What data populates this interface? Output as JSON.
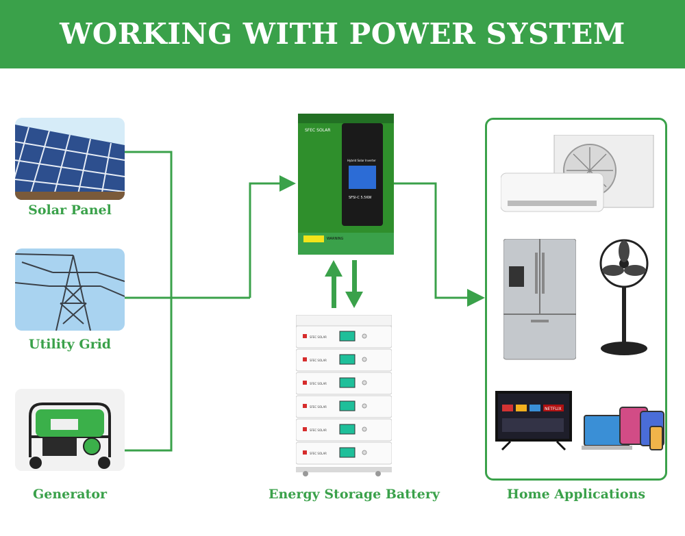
{
  "header": {
    "title": "WORKING WITH POWER SYSTEM"
  },
  "sources": [
    {
      "label": "Solar Panel"
    },
    {
      "label": "Utility Grid"
    },
    {
      "label": "Generator"
    }
  ],
  "inverter": {
    "brand": "SFEC SOLAR",
    "lcd_text": "Hybrid Solar Inverter",
    "model": "SFSI-C 5.5KW",
    "warning_label": "WARNING"
  },
  "battery": {
    "label": "Energy Storage Battery",
    "module_brand": "SFEC SOLAR"
  },
  "loads": {
    "label": "Home Applications",
    "tv_brand_badge": "NETFLIX"
  },
  "colors": {
    "brand_green": "#3aa14a",
    "inverter_green": "#2f8f2c",
    "arrow_green": "#3aa14a"
  }
}
